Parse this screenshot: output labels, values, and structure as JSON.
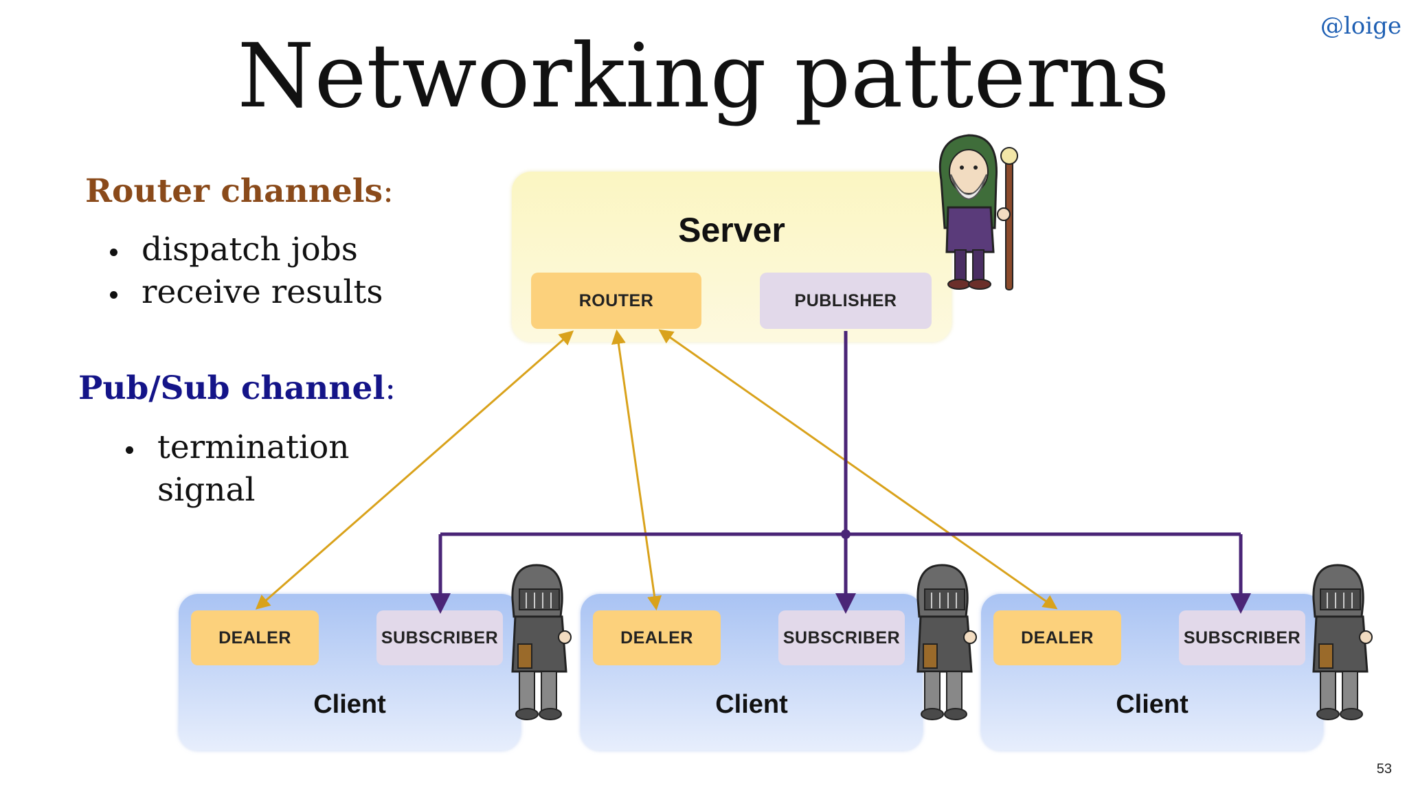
{
  "handle": "@loige",
  "title": "Networking patterns",
  "router_heading": "Router channels",
  "colon": ":",
  "router_bullets": [
    "dispatch jobs",
    "receive results"
  ],
  "pubsub_heading": "Pub/Sub channel",
  "pubsub_bullets": [
    "termination signal"
  ],
  "server": {
    "label": "Server",
    "router": "ROUTER",
    "publisher": "PUBLISHER"
  },
  "clients": [
    {
      "label": "Client",
      "dealer": "DEALER",
      "subscriber": "SUBSCRIBER"
    },
    {
      "label": "Client",
      "dealer": "DEALER",
      "subscriber": "SUBSCRIBER"
    },
    {
      "label": "Client",
      "dealer": "DEALER",
      "subscriber": "SUBSCRIBER"
    }
  ],
  "colors": {
    "router_link": "#d9a21b",
    "pubsub_link": "#4a2577",
    "router_heading": "#8a4a1a",
    "pubsub_heading": "#141488"
  },
  "icons": [
    "wizard-icon",
    "knight-icon"
  ],
  "page_number": "53"
}
